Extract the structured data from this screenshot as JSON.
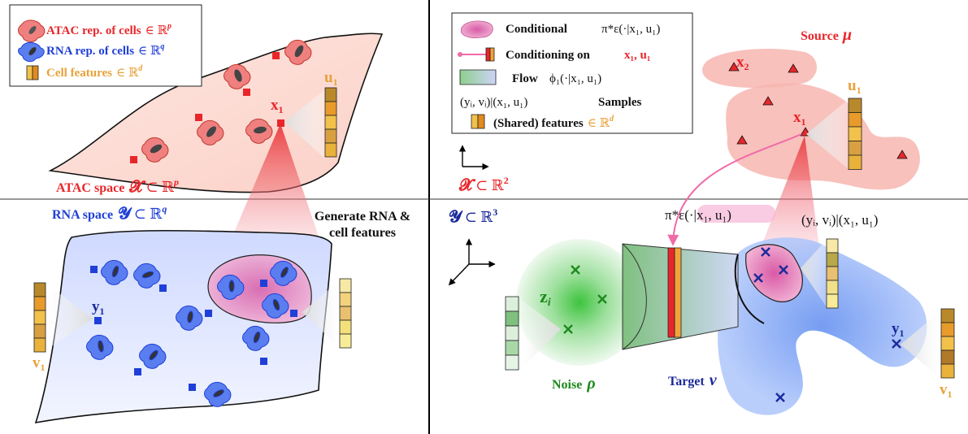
{
  "colors": {
    "atac_red": "#e8262a",
    "rna_blue": "#1f3fd8",
    "feature_orange": "#e8a23a",
    "noise_green": "#2e9a2e",
    "conditional_pink": "#ee7fb0",
    "flow_line": "#f06aa8",
    "navy": "#1a2a9a"
  },
  "icons": {
    "atac_cell": "red-cell-icon",
    "rna_cell": "blue-cell-icon",
    "feature": "feature-bar-icon",
    "conditional": "pink-blob-icon",
    "conditioning": "conditioning-arrow-icon",
    "flow": "flow-trapezoid-icon",
    "sample_marker": "cross-marker-icon",
    "source_point": "triangle-marker-icon"
  },
  "left_legend": {
    "atac_label": "ATAC rep. of cells",
    "atac_math": "∈ ℝ",
    "atac_sup": "p",
    "rna_label": "RNA rep. of cells",
    "rna_math": "∈ ℝ",
    "rna_sup": "q",
    "feat_label": "Cell features",
    "feat_math": "∈ ℝ",
    "feat_sup": "d"
  },
  "left_top": {
    "x1": "x",
    "x1_sub": "1",
    "u1": "u",
    "u1_sub": "1",
    "space_label": "ATAC space",
    "space_sym": "𝓧",
    "space_sub": "⊂ ℝ",
    "space_sup": "p"
  },
  "left_bottom": {
    "space_label": "RNA space",
    "space_sym": "𝓨",
    "space_sub": "⊂ ℝ",
    "space_sup": "q",
    "generate_line1": "Generate RNA &",
    "generate_line2": "cell features",
    "y1": "y",
    "y1_sub": "1",
    "v1": "v",
    "v1_sub": "1"
  },
  "right_legend": {
    "conditional_label": "Conditional",
    "conditional_math": "π*ε(·|x₁, u₁)",
    "conditioning_label": "Conditioning on",
    "conditioning_math": "x₁, u₁",
    "flow_label": "Flow",
    "flow_math": "ϕ₁(·|x₁, u₁)",
    "samples_math": "(yᵢ, vᵢ)|(x₁, u₁)",
    "samples_label": "Samples",
    "shared_label": "(Shared) features",
    "shared_math": "∈ ℝ",
    "shared_sup": "d"
  },
  "right_top": {
    "space_sym": "𝓧",
    "space_sub": "⊂ ℝ",
    "space_sup": "2",
    "source_label": "Source",
    "source_sym": "μ",
    "x2": "x",
    "x2_sub": "2",
    "x1": "x",
    "x1_sub": "1",
    "u1": "u",
    "u1_sub": "1"
  },
  "right_bottom": {
    "space_sym": "𝓨",
    "space_sub": "⊂ ℝ",
    "space_sup": "3",
    "conditional_math": "π*ε(·|x₁, u₁)",
    "samples_math": "(yᵢ, vᵢ)|(x₁, u₁)",
    "z_label": "z",
    "z_sub": "i",
    "noise_label": "Noise",
    "noise_sym": "ρ",
    "target_label": "Target",
    "target_sym": "ν",
    "y1": "y",
    "y1_sub": "1",
    "v1": "v",
    "v1_sub": "1"
  }
}
